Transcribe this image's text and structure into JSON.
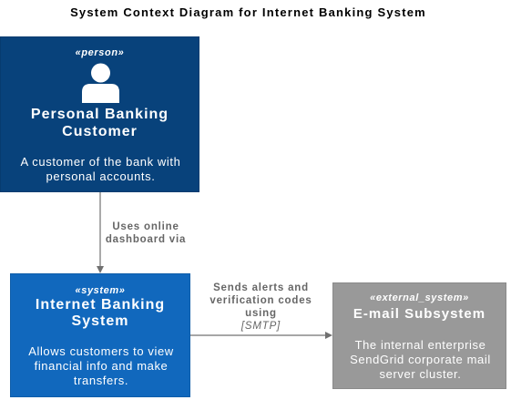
{
  "diagram": {
    "title": "System Context Diagram for Internet Banking System"
  },
  "nodes": {
    "person": {
      "stereotype": "«person»",
      "name_line1": "Personal Banking",
      "name_line2": "Customer",
      "desc_line1": "A customer of the bank with",
      "desc_line2": "personal accounts.",
      "icon": "person-icon",
      "color": "#08427b"
    },
    "system": {
      "stereotype": "«system»",
      "name_line1": "Internet Banking",
      "name_line2": "System",
      "desc_line1": "Allows customers to view",
      "desc_line2": "financial info and make",
      "desc_line3": "transfers.",
      "color": "#1168bd"
    },
    "external": {
      "stereotype": "«external_system»",
      "name": "E-mail Subsystem",
      "desc_line1": "The internal enterprise",
      "desc_line2": "SendGrid corporate mail",
      "desc_line3": "server cluster.",
      "color": "#999999"
    }
  },
  "edges": {
    "uses": {
      "label_line1": "Uses online",
      "label_line2": "dashboard via"
    },
    "sends": {
      "label_line1": "Sends alerts and",
      "label_line2": "verification codes",
      "label_line3": "using",
      "technology": "[SMTP]"
    },
    "line_color": "#707070"
  }
}
